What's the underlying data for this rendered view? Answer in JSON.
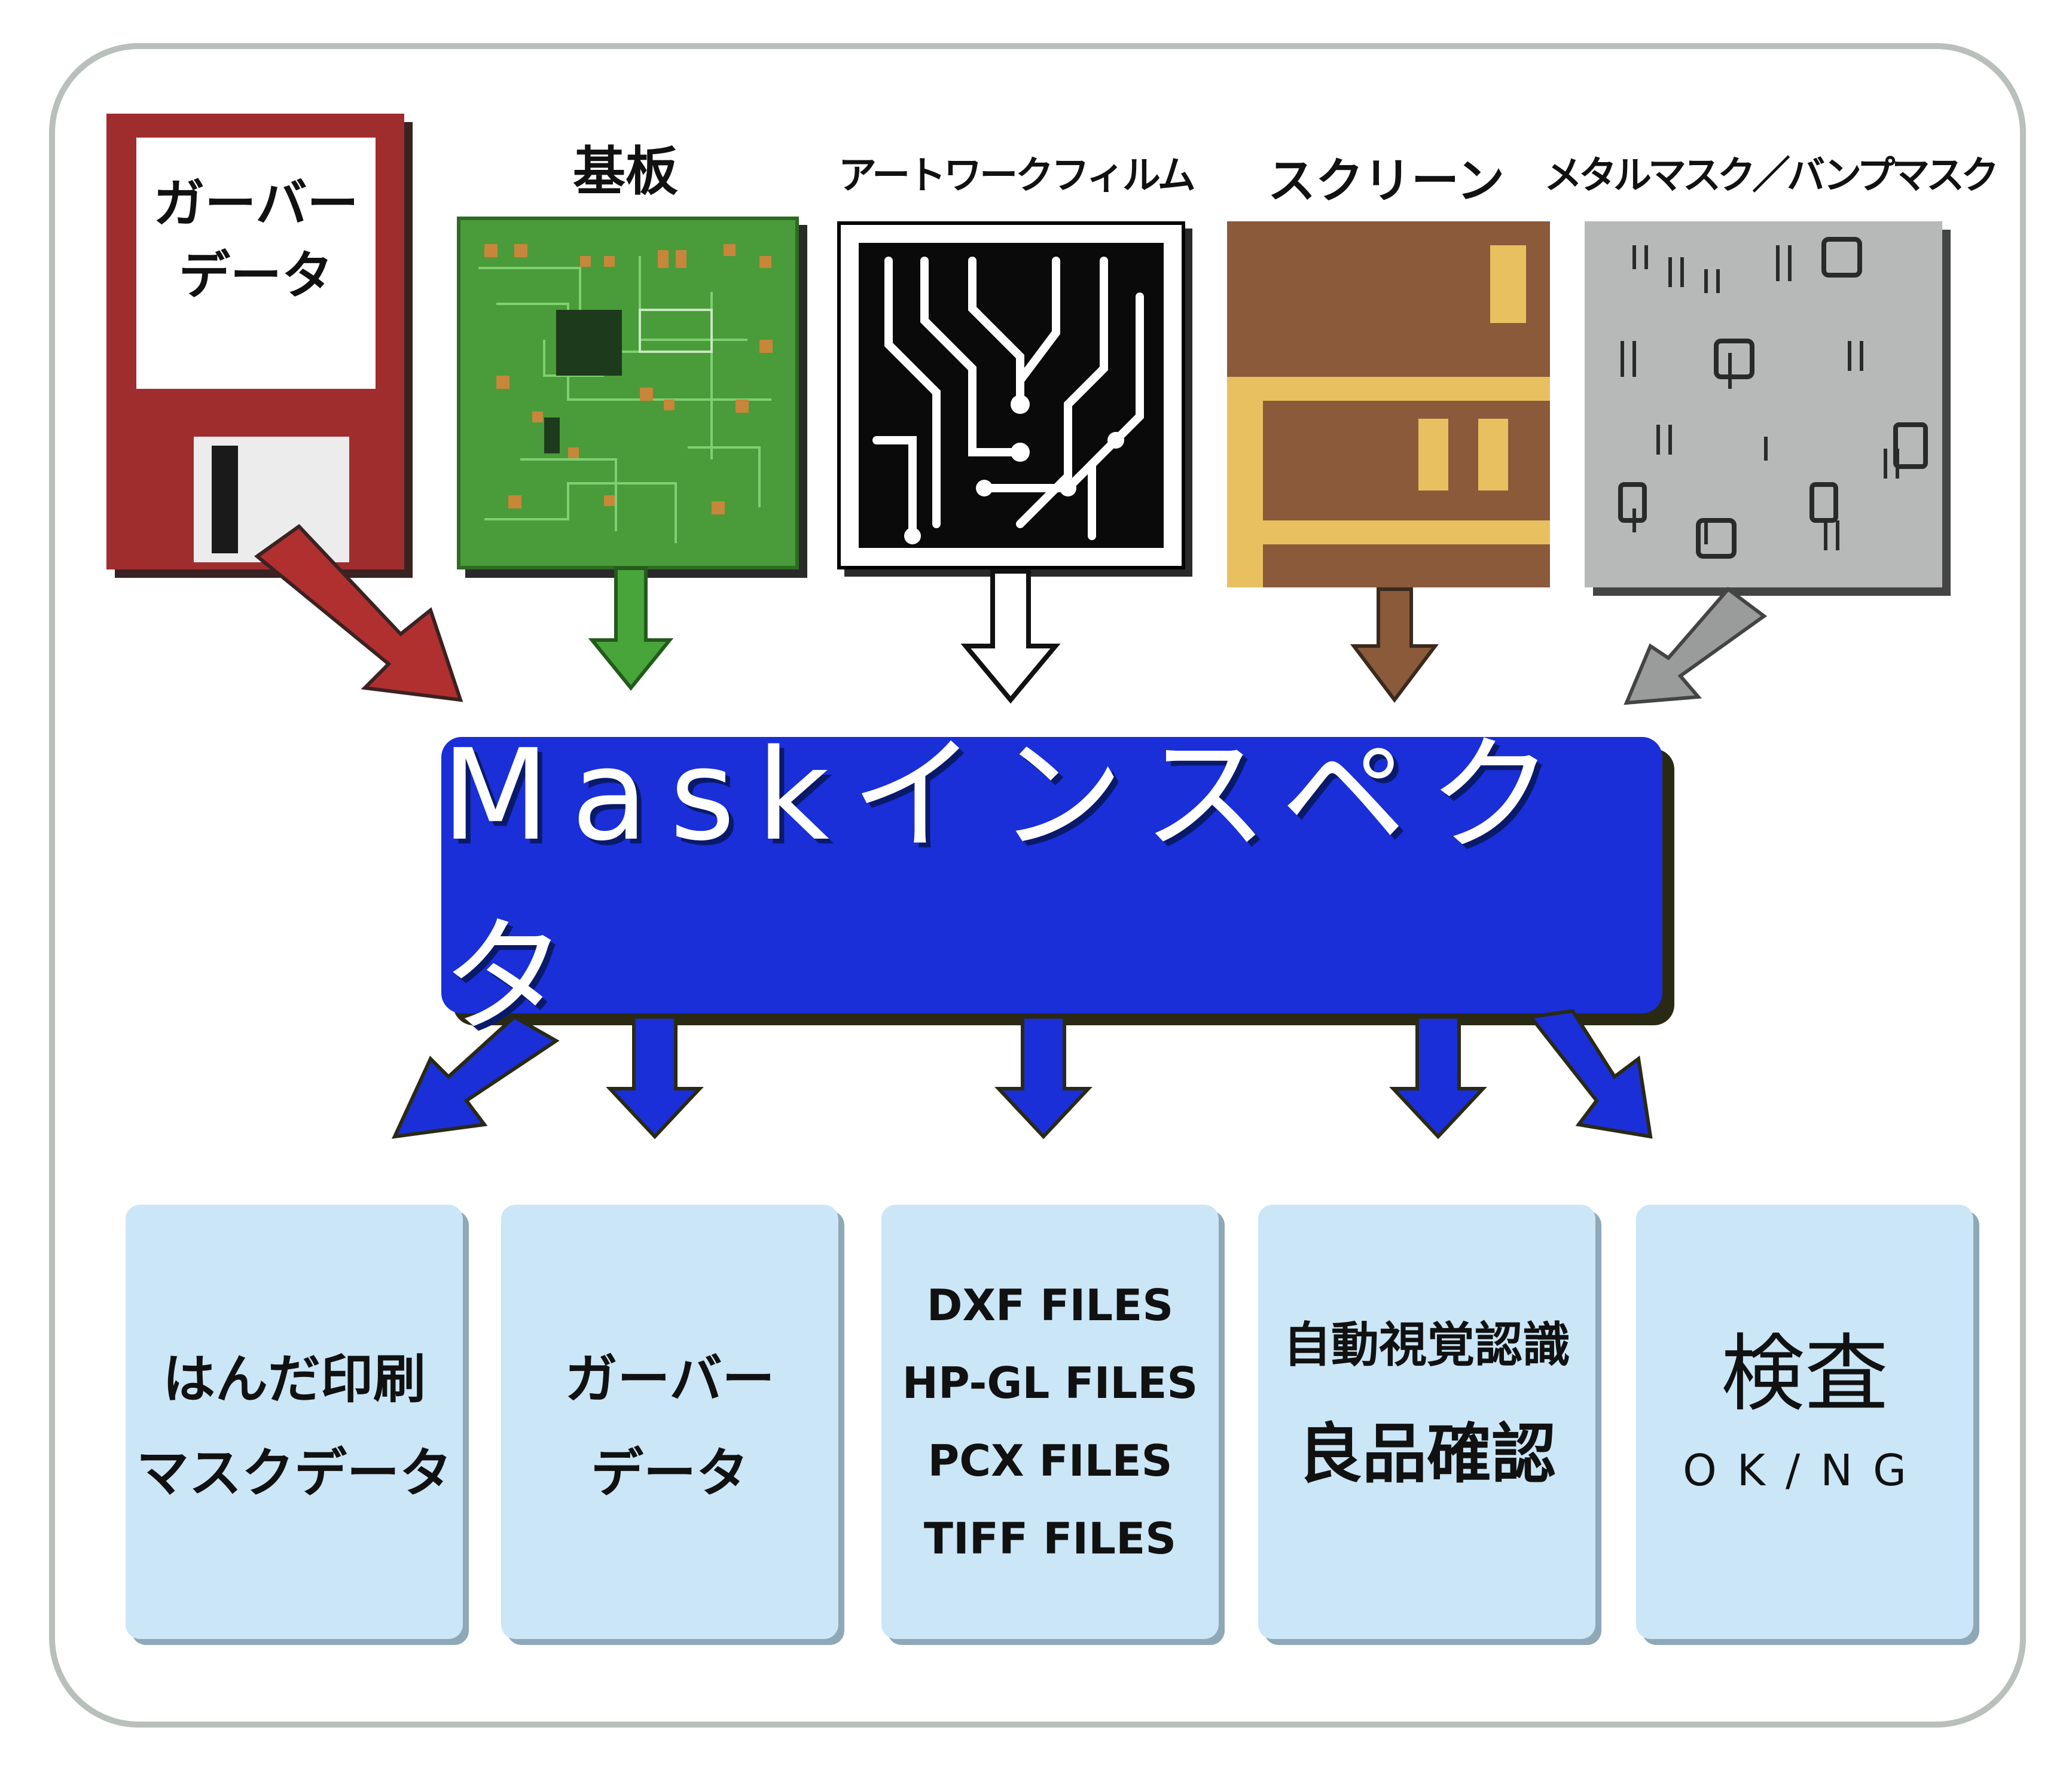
{
  "inputs": {
    "floppy": {
      "line1": "ガーバー",
      "line2": "データ",
      "icon": "floppy-disk-icon"
    },
    "pcb": {
      "label": "基板"
    },
    "film": {
      "label": "アートワークフィルム"
    },
    "screen": {
      "label": "スクリーン"
    },
    "metal": {
      "label": "メタルマスク／バンプマスク"
    }
  },
  "center": {
    "title": "Maskインスペクタ"
  },
  "outputs": [
    {
      "lines": [
        "はんだ印刷",
        "マスクデータ"
      ]
    },
    {
      "lines": [
        "ガーバー",
        "データ"
      ]
    },
    {
      "lines": [
        "DXF FILES",
        "HP-GL FILES",
        "PCX FILES",
        "TIFF FILES"
      ]
    },
    {
      "lines": [
        "自動視覚認識",
        "良品確認"
      ]
    },
    {
      "lines": [
        "検査",
        "OK/NG"
      ]
    }
  ],
  "colors": {
    "main": "#1a2fd8",
    "output_box": "#cbe6f6",
    "arrow_floppy": "#b0302f",
    "arrow_pcb": "#47a53a",
    "arrow_film": "#ffffff",
    "arrow_screen": "#8a5a3a",
    "arrow_metal": "#9a9c9b",
    "arrow_out": "#1a2fd8"
  }
}
